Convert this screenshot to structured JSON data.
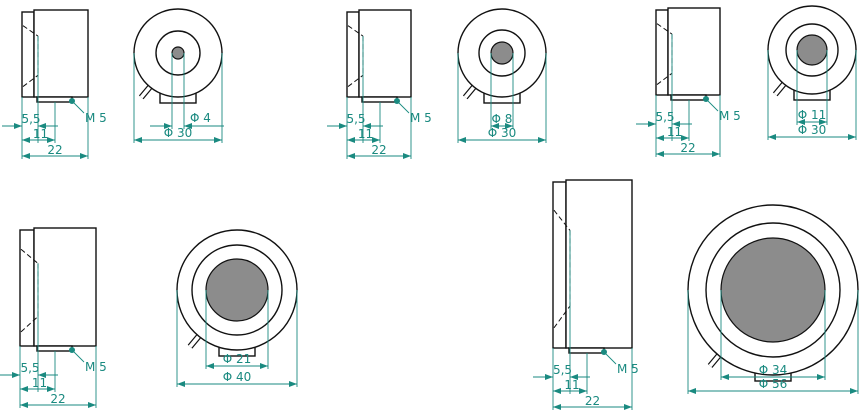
{
  "colors": {
    "dimension": "#1a8a80",
    "outline": "#111111",
    "core_fill": "#8c8c8c"
  },
  "views": [
    {
      "thread": "M 5",
      "dim_a": "5,5",
      "dim_b": "11",
      "dim_c": "22",
      "dia_inner": "Φ 4",
      "dia_outer": "Φ 30"
    },
    {
      "thread": "M 5",
      "dim_a": "5,5",
      "dim_b": "11",
      "dim_c": "22",
      "dia_inner": "Φ 8",
      "dia_outer": "Φ 30"
    },
    {
      "thread": "M 5",
      "dim_a": "5,5",
      "dim_b": "11",
      "dim_c": "22",
      "dia_inner": "Φ 11",
      "dia_outer": "Φ 30"
    },
    {
      "thread": "M 5",
      "dim_a": "5,5",
      "dim_b": "11",
      "dim_c": "22",
      "dia_inner": "Φ 21",
      "dia_outer": "Φ 40"
    },
    {
      "thread": "M 5",
      "dim_a": "5,5",
      "dim_b": "11",
      "dim_c": "22",
      "dia_inner": "Φ 34",
      "dia_outer": "Φ 56"
    }
  ]
}
